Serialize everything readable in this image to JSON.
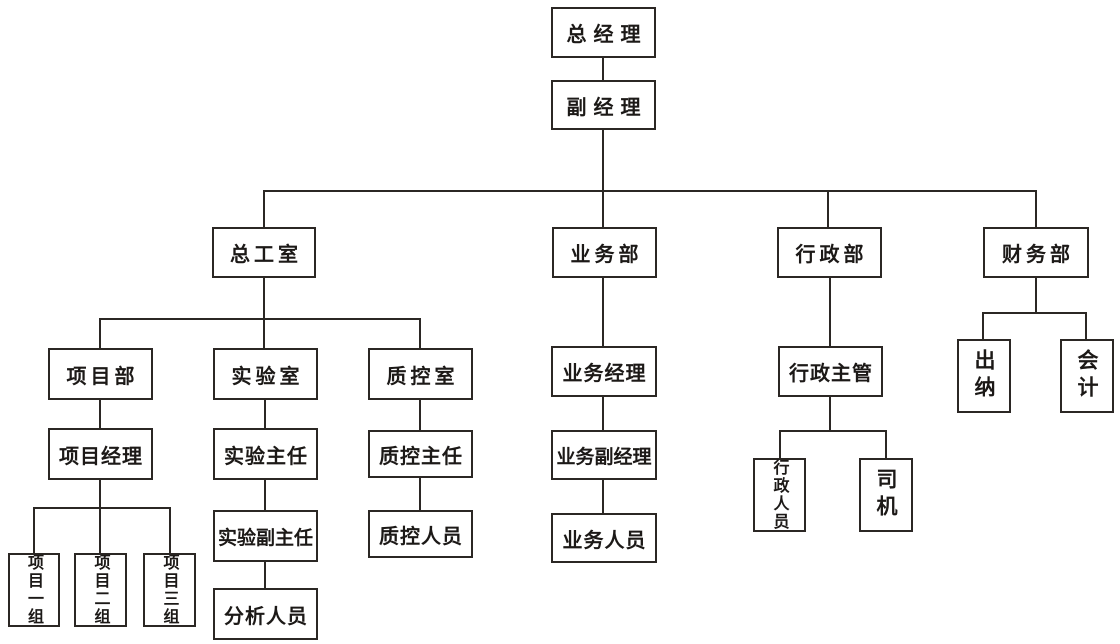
{
  "colors": {
    "line": "#2b2724",
    "box_border": "#2b2724",
    "text": "#1c1917",
    "background": "#ffffff"
  },
  "org_chart": {
    "type": "organization-chart",
    "root": "总经理",
    "nodes": {
      "general_manager": {
        "label": "总经理"
      },
      "deputy_manager": {
        "label": "副经理"
      },
      "chief_engineer_office": {
        "label": "总工室"
      },
      "business_dept": {
        "label": "业务部"
      },
      "admin_dept": {
        "label": "行政部"
      },
      "finance_dept": {
        "label": "财务部"
      },
      "project_dept": {
        "label": "项目部"
      },
      "laboratory": {
        "label": "实验室"
      },
      "qc_office": {
        "label": "质控室"
      },
      "business_manager": {
        "label": "业务经理"
      },
      "admin_supervisor": {
        "label": "行政主管"
      },
      "cashier": {
        "label": "出纳"
      },
      "accountant": {
        "label": "会计"
      },
      "project_manager": {
        "label": "项目经理"
      },
      "lab_director": {
        "label": "实验主任"
      },
      "qc_director": {
        "label": "质控主任"
      },
      "deputy_business_manager": {
        "label": "业务副经理"
      },
      "admin_staff": {
        "label": "行政人员"
      },
      "driver": {
        "label": "司机"
      },
      "deputy_lab_director": {
        "label": "实验副主任"
      },
      "qc_staff": {
        "label": "质控人员"
      },
      "business_staff": {
        "label": "业务人员"
      },
      "analysis_staff": {
        "label": "分析人员"
      },
      "project_team_1": {
        "label": "项目一组"
      },
      "project_team_2": {
        "label": "项目二组"
      },
      "project_team_3": {
        "label": "项目三组"
      }
    },
    "hierarchy": [
      {
        "parent": "总经理",
        "children": [
          "副经理"
        ]
      },
      {
        "parent": "副经理",
        "children": [
          "总工室",
          "业务部",
          "行政部",
          "财务部"
        ]
      },
      {
        "parent": "总工室",
        "children": [
          "项目部",
          "实验室",
          "质控室"
        ]
      },
      {
        "parent": "项目部",
        "children": [
          "项目经理"
        ]
      },
      {
        "parent": "项目经理",
        "children": [
          "项目一组",
          "项目二组",
          "项目三组"
        ]
      },
      {
        "parent": "实验室",
        "children": [
          "实验主任"
        ]
      },
      {
        "parent": "实验主任",
        "children": [
          "实验副主任"
        ]
      },
      {
        "parent": "实验副主任",
        "children": [
          "分析人员"
        ]
      },
      {
        "parent": "质控室",
        "children": [
          "质控主任"
        ]
      },
      {
        "parent": "质控主任",
        "children": [
          "质控人员"
        ]
      },
      {
        "parent": "业务部",
        "children": [
          "业务经理"
        ]
      },
      {
        "parent": "业务经理",
        "children": [
          "业务副经理"
        ]
      },
      {
        "parent": "业务副经理",
        "children": [
          "业务人员"
        ]
      },
      {
        "parent": "行政部",
        "children": [
          "行政主管"
        ]
      },
      {
        "parent": "行政主管",
        "children": [
          "行政人员",
          "司机"
        ]
      },
      {
        "parent": "财务部",
        "children": [
          "出纳",
          "会计"
        ]
      }
    ]
  }
}
